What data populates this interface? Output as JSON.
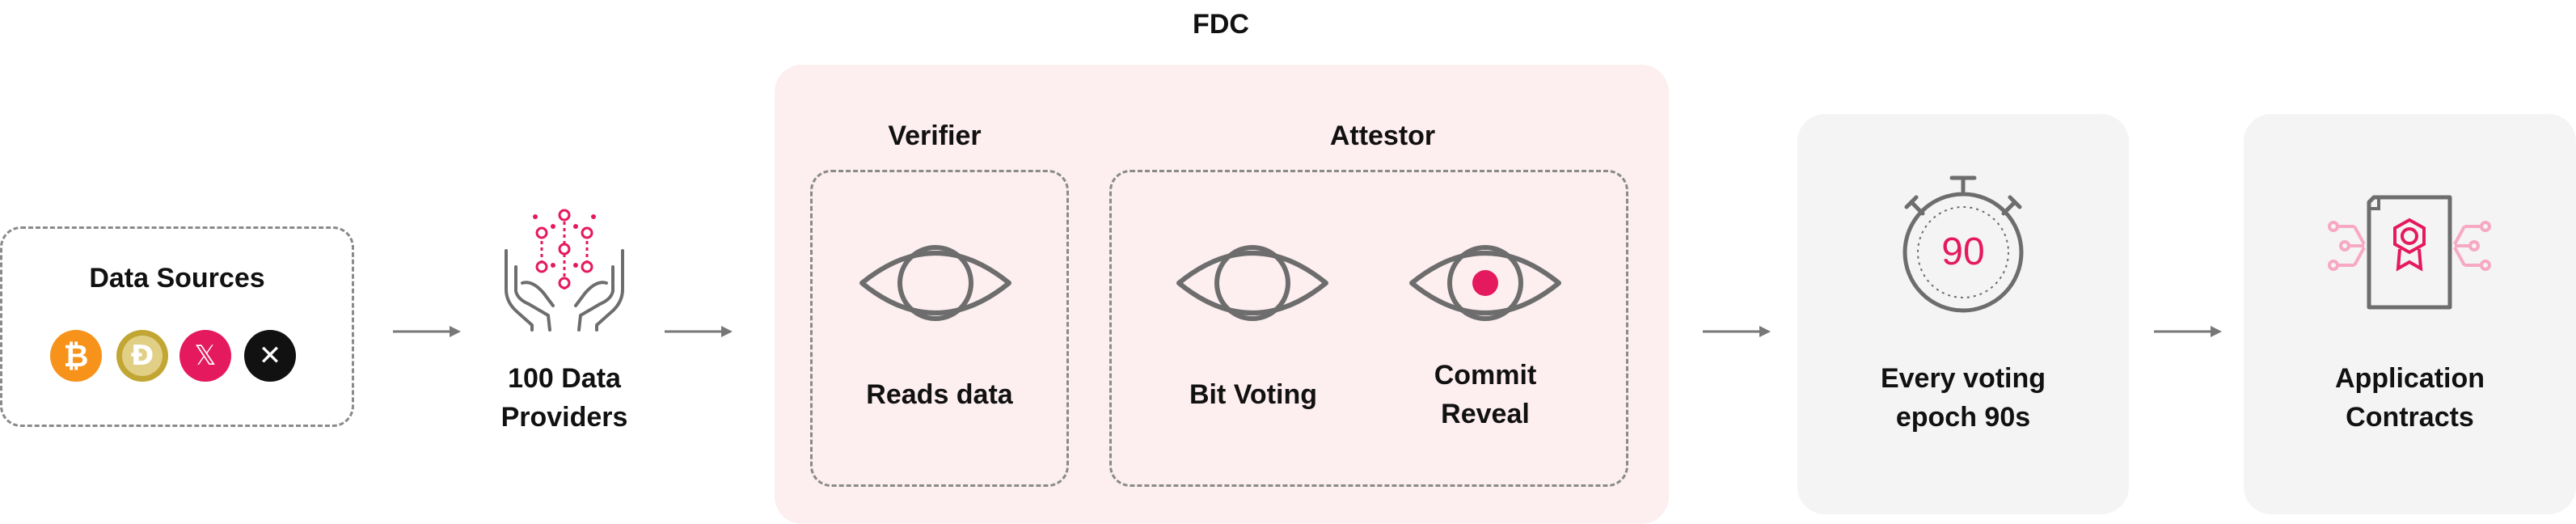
{
  "fdc_title": "FDC",
  "data_sources": {
    "label": "Data Sources",
    "coins": [
      {
        "name": "bitcoin-icon",
        "glyph": "₿",
        "color": "#f7931a"
      },
      {
        "name": "dogecoin-icon",
        "glyph": "Ð",
        "color": "#c2a633"
      },
      {
        "name": "x-icon",
        "glyph": "𝕏",
        "color": "#e5195e"
      },
      {
        "name": "xrp-icon",
        "glyph": "✕",
        "color": "#111111"
      }
    ]
  },
  "providers": {
    "line1": "100 Data",
    "line2": "Providers"
  },
  "verifier": {
    "title": "Verifier",
    "action": "Reads data"
  },
  "attestor": {
    "title": "Attestor",
    "bit_voting": "Bit Voting",
    "commit_line1": "Commit",
    "commit_line2": "Reveal"
  },
  "epoch": {
    "timer_value": "90",
    "line1": "Every voting",
    "line2": "epoch 90s"
  },
  "contracts": {
    "line1": "Application",
    "line2": "Contracts"
  },
  "colors": {
    "accent": "#e5195e",
    "fdc_bg": "#fdeef0",
    "card_bg": "#f4f4f4",
    "icon_gray": "#6d6d6d"
  }
}
